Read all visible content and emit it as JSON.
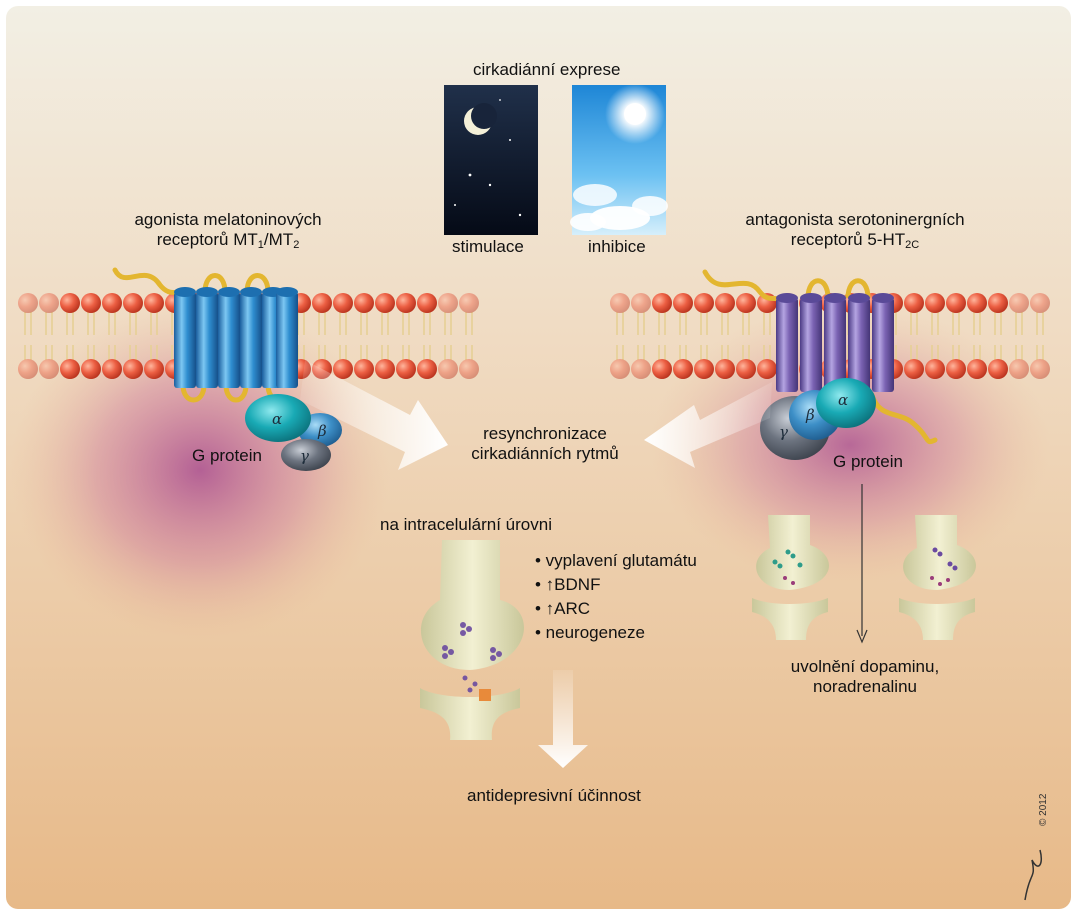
{
  "circadian": {
    "title": "cirkadiánní exprese",
    "night_label": "stimulace",
    "day_label": "inhibice"
  },
  "left_receptor": {
    "label_line1": "agonista melatoninových",
    "label_line2_prefix": "receptorů MT",
    "sub1": "1",
    "slash": "/MT",
    "sub2": "2",
    "g_protein": "G protein"
  },
  "right_receptor": {
    "label_line1": "antagonista serotoninergních",
    "label_line2_prefix": "receptorů 5-HT",
    "sub": "2C",
    "g_protein": "G protein"
  },
  "subunits": {
    "alpha": "α",
    "beta": "β",
    "gamma": "γ"
  },
  "center": {
    "resync_line1": "resynchronizace",
    "resync_line2": "cirkadiánních rytmů"
  },
  "intracellular": {
    "title": "na intracelulární úrovni",
    "items": [
      "• vyplavení glutamátu",
      "• ↑BDNF",
      "• ↑ARC",
      "• neurogeneze"
    ],
    "result": "antidepresivní účinnost"
  },
  "release": {
    "line1": "uvolnění dopaminu,",
    "line2": "noradrenalinu"
  },
  "copyright": "© 2012",
  "colors": {
    "lipid_head": "#e8553d",
    "left_receptor": "#2f8ed0",
    "right_receptor": "#7b63b3",
    "alpha": "#17a9b4",
    "beta": "#3d8fc7",
    "gamma": "#6d7480",
    "tail": "#e3b630",
    "background_top": "#f1ede0",
    "background_bottom": "#e8bd8f"
  }
}
